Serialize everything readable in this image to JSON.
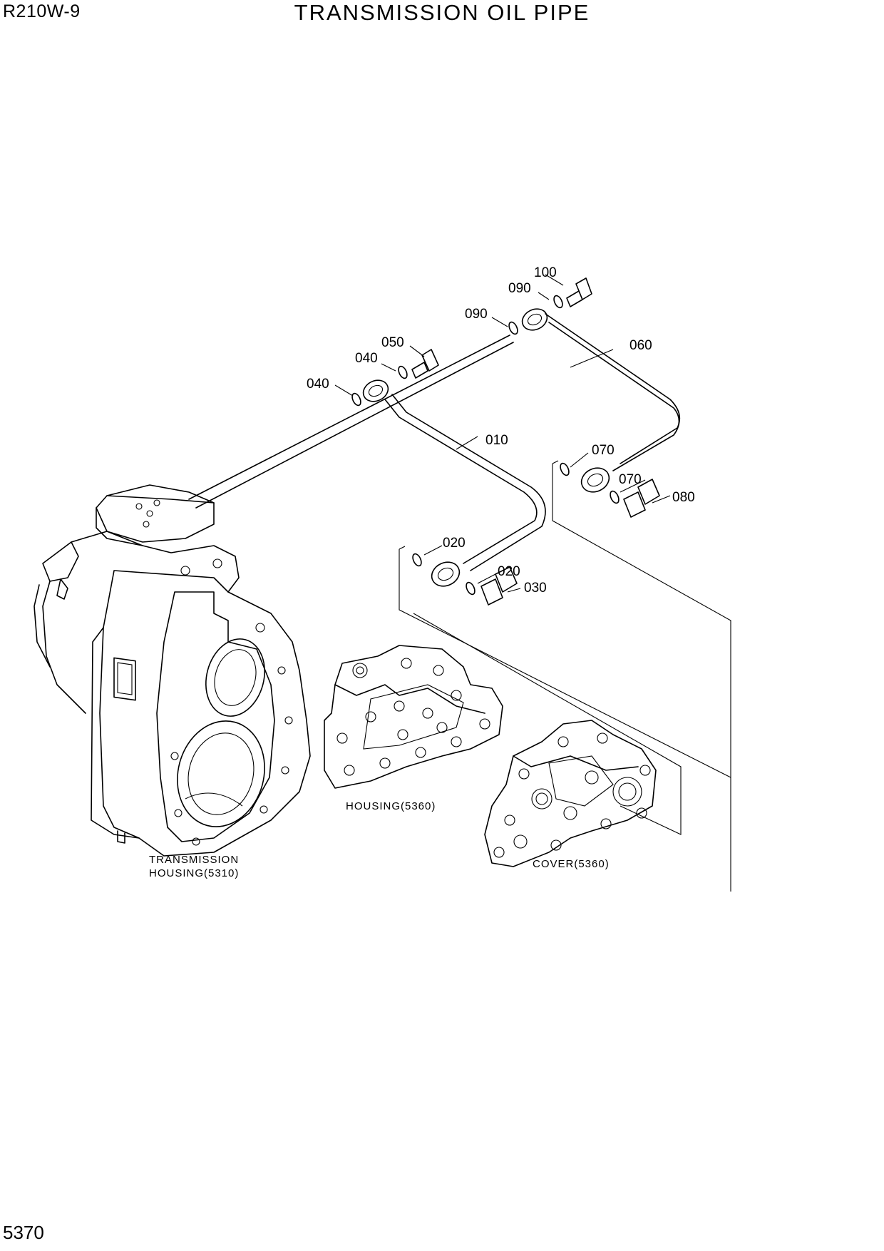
{
  "header": {
    "model": "R210W-9",
    "title": "TRANSMISSION OIL PIPE"
  },
  "footer": {
    "page_number": "5370"
  },
  "callouts": {
    "c100": "100",
    "c090a": "090",
    "c090b": "090",
    "c060": "060",
    "c050": "050",
    "c040a": "040",
    "c040b": "040",
    "c010": "010",
    "c070a": "070",
    "c070b": "070",
    "c080": "080",
    "c020a": "020",
    "c020b": "020",
    "c030": "030"
  },
  "captions": {
    "transmission_housing_line1": "TRANSMISSION",
    "transmission_housing_line2": "HOUSING(5310)",
    "housing": "HOUSING(5360)",
    "cover": "COVER(5360)"
  }
}
